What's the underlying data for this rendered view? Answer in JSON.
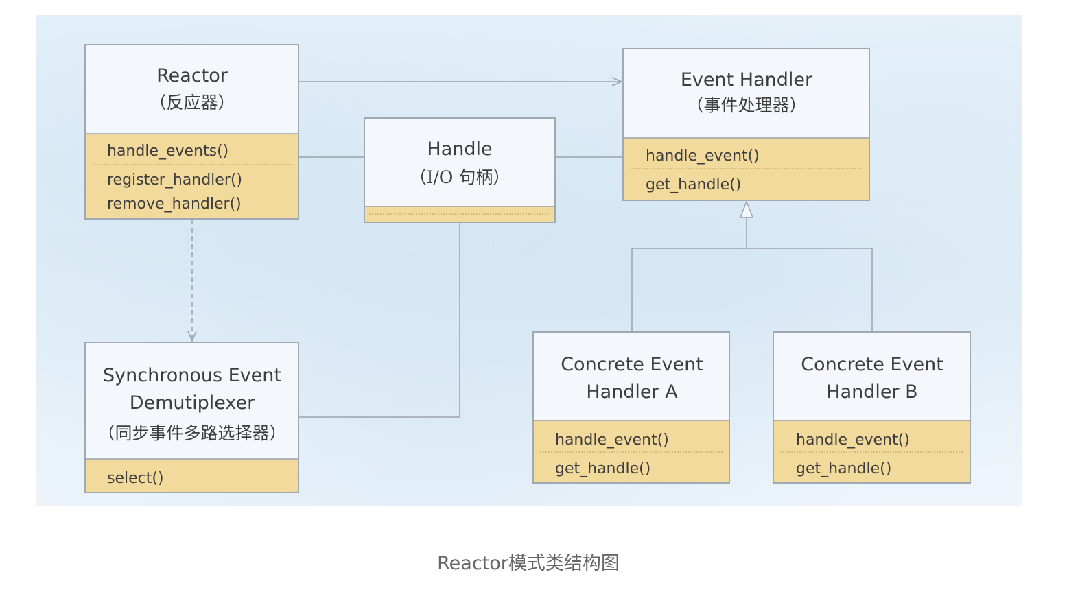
{
  "reactor": {
    "title": "Reactor",
    "subtitle": "（反应器）",
    "methods": [
      "handle_events()",
      "register_handler()",
      "remove_handler()"
    ]
  },
  "handle": {
    "title": "Handle",
    "subtitle": "（I/O 句柄）"
  },
  "event_handler": {
    "title": "Event Handler",
    "subtitle": "（事件处理器）",
    "methods": [
      "handle_event()",
      "get_handle()"
    ]
  },
  "demultiplexer": {
    "title_line1": "Synchronous Event",
    "title_line2": "Demutiplexer",
    "subtitle": "（同步事件多路选择器）",
    "methods": [
      "select()"
    ]
  },
  "concrete_a": {
    "title_line1": "Concrete Event",
    "title_line2": "Handler A",
    "methods": [
      "handle_event()",
      "get_handle()"
    ]
  },
  "concrete_b": {
    "title_line1": "Concrete Event",
    "title_line2": "Handler B",
    "methods": [
      "handle_event()",
      "get_handle()"
    ]
  },
  "caption": "Reactor模式类结构图",
  "colors": {
    "box_fill": "#f4f8fc",
    "method_fill": "#f2d99c",
    "line": "#9aa3ad"
  }
}
